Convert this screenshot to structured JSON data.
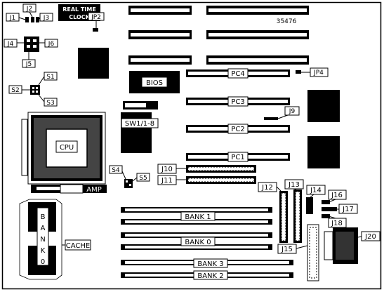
{
  "labels": {
    "j1": "J1",
    "j2": "J2",
    "j3": "J3",
    "j4": "J4",
    "j5": "J5",
    "j6": "J6",
    "jp2": "JP2",
    "rtc_line1": "REAL TIME",
    "rtc_line2": "CLOCK",
    "part_number": "35476",
    "s1": "S1",
    "s2": "S2",
    "s3": "S3",
    "s4": "S4",
    "s5": "S5",
    "bios": "BIOS",
    "pc1": "PC1",
    "pc2": "PC2",
    "pc3": "PC3",
    "pc4": "PC4",
    "jp4": "JP4",
    "j9": "J9",
    "sw": "SW1/1-8",
    "cpu": "CPU",
    "amp": "AMP",
    "j10": "J10",
    "j11": "J11",
    "j12": "J12",
    "j13": "J13",
    "j14": "J14",
    "j15": "J15",
    "j16": "J16",
    "j17": "J17",
    "j18": "J18",
    "j20": "J20",
    "bank0": "BANK 0",
    "bank1": "BANK 1",
    "bank2": "BANK 2",
    "bank3": "BANK 3",
    "cache": "CACHE",
    "cache_bank": [
      "B",
      "A",
      "N",
      "K",
      "0"
    ]
  },
  "colors": {
    "ink": "#000000",
    "paper": "#ffffff"
  }
}
